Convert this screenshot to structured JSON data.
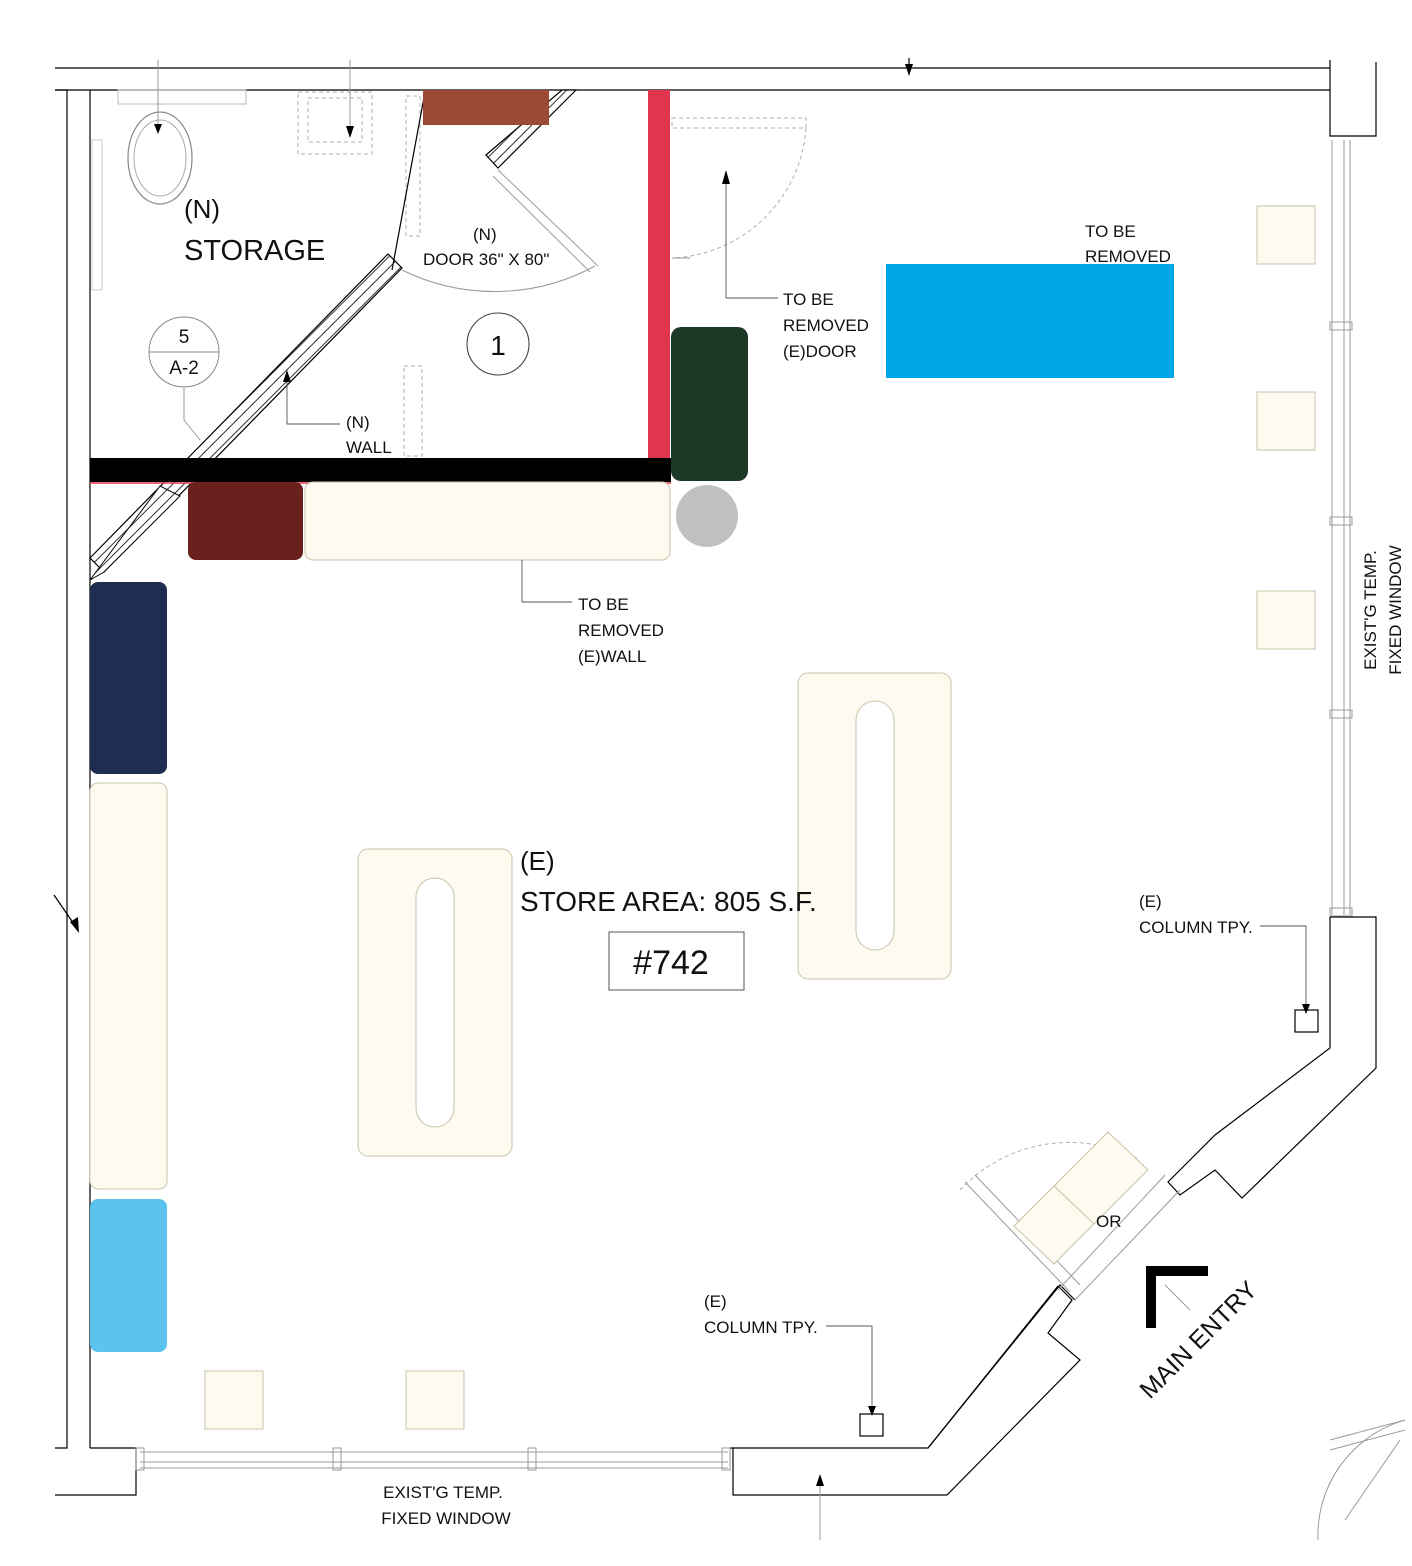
{
  "labels": {
    "storage_prefix": "(N)",
    "storage_name": "STORAGE",
    "new_door_prefix": "(N)",
    "new_door_size": "DOOR 36\" X 80\"",
    "door_tag": "1",
    "section_top": "5",
    "section_bottom": "A-2",
    "new_wall_prefix": "(N)",
    "new_wall_name": "WALL",
    "remove_door_1": "TO BE",
    "remove_door_2": "REMOVED",
    "remove_door_3": "(E)DOOR",
    "remove_top_1": "TO BE",
    "remove_top_2": "REMOVED",
    "remove_wall_1": "TO BE",
    "remove_wall_2": "REMOVED",
    "remove_wall_3": "(E)WALL",
    "store_prefix": "(E)",
    "store_area": "STORE AREA: 805 S.F.",
    "store_number": "#742",
    "column_right_1": "(E)",
    "column_right_2": "COLUMN TPY.",
    "column_bottom_1": "(E)",
    "column_bottom_2": "COLUMN TPY.",
    "entry_door_fragment": "OR",
    "main_entry": "MAIN ENTRY",
    "window_right_1": "EXIST'G TEMP.",
    "window_right_2": "FIXED WINDOW",
    "window_bottom_1": "EXIST'G TEMP.",
    "window_bottom_2": "FIXED WINDOW"
  },
  "colors": {
    "wall_new": "#000000",
    "wall_red": "#e0344f",
    "shelf_brown": "#9c4a35",
    "cabinet_dark_green": "#1e3827",
    "counter_blue": "#00a7e6",
    "shelf_navy": "#1e2d50",
    "shelf_maroon": "#6a201c",
    "shelf_light_blue": "#5cc3ef",
    "fixture_cream": "#fdfbef",
    "round_gray": "#c0c0c0"
  }
}
